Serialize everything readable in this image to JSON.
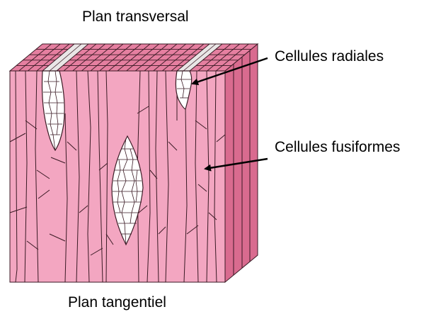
{
  "title": "Plan transversal",
  "footer": "Plan tangentiel",
  "labels": {
    "radial": "Cellules radiales",
    "fusiform": "Cellules fusiformes"
  },
  "colors": {
    "tissue_face": "#f3a6c1",
    "tissue_top": "#e57fa0",
    "tissue_side": "#d96b8f",
    "cell_line": "#3a1a24",
    "ray_fill": "#ffffff",
    "ray_channel": "#e9e6e6",
    "arrow": "#000000"
  }
}
